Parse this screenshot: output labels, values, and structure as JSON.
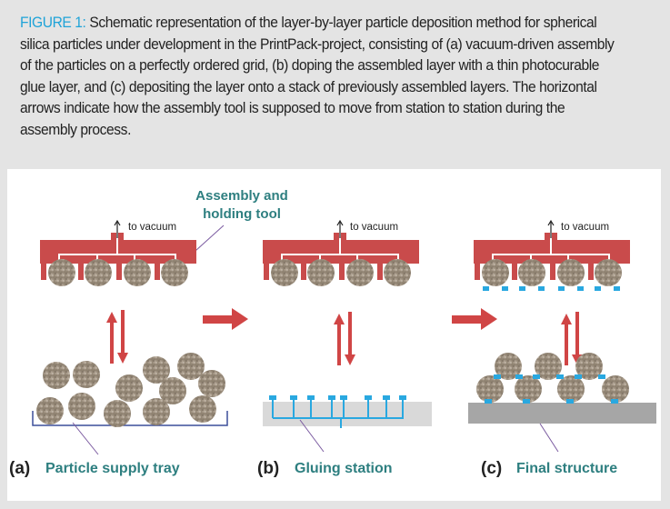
{
  "caption": {
    "figure_label": "FIGURE 1:",
    "text": " Schematic representation of the layer-by-layer particle deposition method for spherical silica particles under development in the PrintPack-project, consisting of (a) vacuum-driven assembly of the particles on a perfectly ordered grid, (b) doping the assembled layer with a thin photocurable glue layer, and (c) depositing the layer onto a stack of previously assembled layers. The horizontal arrows indicate how the assembly tool is supposed to move from station to station during the assembly process."
  },
  "diagram": {
    "tool_callout": [
      "Assembly and",
      "holding tool"
    ],
    "vacuum_label": "to vacuum",
    "stages": [
      {
        "letter": "(a)",
        "name": "Particle supply tray"
      },
      {
        "letter": "(b)",
        "name": "Gluing station"
      },
      {
        "letter": "(c)",
        "name": "Final structure"
      }
    ],
    "colors": {
      "tool": "#c94b4b",
      "arrow": "#d04545",
      "glue": "#29a8e0",
      "particle": "#a89a8a",
      "label_teal": "#2e7f80",
      "caption_accent": "#1fa3d8",
      "station_gray": "#d9d9d9",
      "base_gray": "#a6a6a6",
      "tray_blue": "#3c4f9a",
      "leader_purple": "#7a5aa0"
    }
  }
}
